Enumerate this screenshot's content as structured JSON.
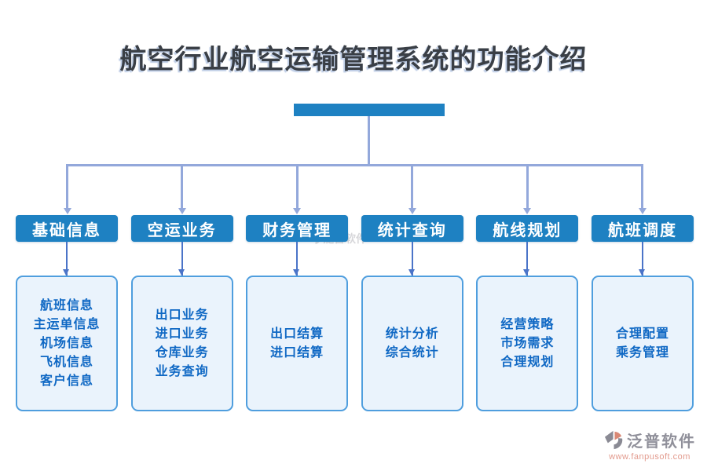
{
  "title": "航空行业航空运输管理系统的功能介绍",
  "colors": {
    "node_fill": "#1e81c2",
    "connector_light": "#93a8db",
    "connector_dark": "#4b74c8",
    "child_border": "#4f9ede",
    "child_fill": "#eaf3fc",
    "child_text": "#0f68c4",
    "title_color": "#3a3f46",
    "brand_gray": "#90909a",
    "brand_salmon": "#e29a8d"
  },
  "columns": [
    {
      "title": "基础信息",
      "items": [
        "航班信息",
        "主运单信息",
        "机场信息",
        "飞机信息",
        "客户信息"
      ]
    },
    {
      "title": "空运业务",
      "items": [
        "出口业务",
        "进口业务",
        "仓库业务",
        "业务查询"
      ]
    },
    {
      "title": "财务管理",
      "items": [
        "出口结算",
        "进口结算"
      ]
    },
    {
      "title": "统计查询",
      "items": [
        "统计分析",
        "综合统计"
      ]
    },
    {
      "title": "航线规划",
      "items": [
        "经营策略",
        "市场需求",
        "合理规划"
      ]
    },
    {
      "title": "航班调度",
      "items": [
        "合理配置",
        "乘务管理"
      ]
    }
  ],
  "watermark": {
    "brand": "泛普软件",
    "url": "www.fanpusoft.com"
  }
}
